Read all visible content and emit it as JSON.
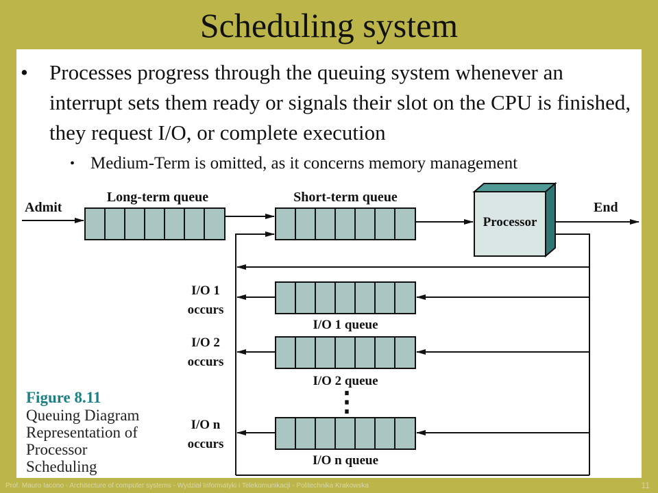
{
  "slide": {
    "title": "Scheduling system",
    "bullets": [
      "Processes progress through the queuing system whenever an interrupt sets them ready or signals their slot on the CPU is finished, they request I/O, or complete execution",
      "Medium-Term is omitted, as it concerns memory management"
    ],
    "bullet_marker": "•",
    "footer": "Prof. Mauro Iacono - Architecture of computer systems - Wydział Informatyki i Telekomunikacji - Politechnika Krakowska",
    "page_number": "11"
  },
  "diagram": {
    "admit": "Admit",
    "end": "End",
    "processor": "Processor",
    "long_term_queue": "Long-term queue",
    "short_term_queue": "Short-term queue",
    "io_events": [
      {
        "line1": "I/O 1",
        "line2": "occurs",
        "queue_label": "I/O 1 queue"
      },
      {
        "line1": "I/O 2",
        "line2": "occurs",
        "queue_label": "I/O 2 queue"
      },
      {
        "line1": "I/O n",
        "line2": "occurs",
        "queue_label": "I/O n queue"
      }
    ],
    "ellipsis": "⋮",
    "figure_number": "Figure 8.11",
    "figure_title": "Queuing Diagram\nRepresentation of\nProcessor\nScheduling"
  },
  "colors": {
    "background": "#bcb64a",
    "queue_cell": "#a9c6c2",
    "processor_front": "#d9e6e3",
    "processor_top": "#4f9a96",
    "processor_side": "#2f7674",
    "figure_number": "#1d7f86"
  }
}
